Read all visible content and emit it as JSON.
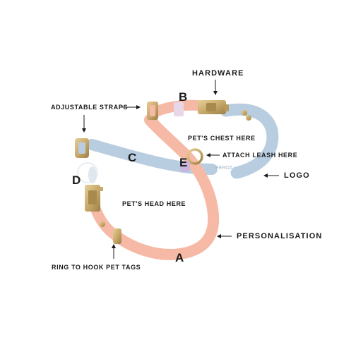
{
  "labels": {
    "hardware": "HARDWARE",
    "adjustable_straps": "ADJUSTABLE STRAPS",
    "pets_chest_here": "PET'S CHEST HERE",
    "attach_leash_here": "ATTACH LEASH HERE",
    "logo": "LOGO",
    "pets_head_here": "PET'S HEAD HERE",
    "personalisation": "PERSONALISATION",
    "ring_to_hook_pet_tags": "RING TO HOOK PET TAGS"
  },
  "letters": {
    "a": "A",
    "b": "B",
    "c": "C",
    "d": "D",
    "e": "E"
  },
  "colors": {
    "pink_strap": "#f6b9a6",
    "blue_strap": "#b9cde0",
    "brass": "#c9aa6c",
    "lavender": "#c9b6de",
    "text": "#1a1a1a"
  }
}
